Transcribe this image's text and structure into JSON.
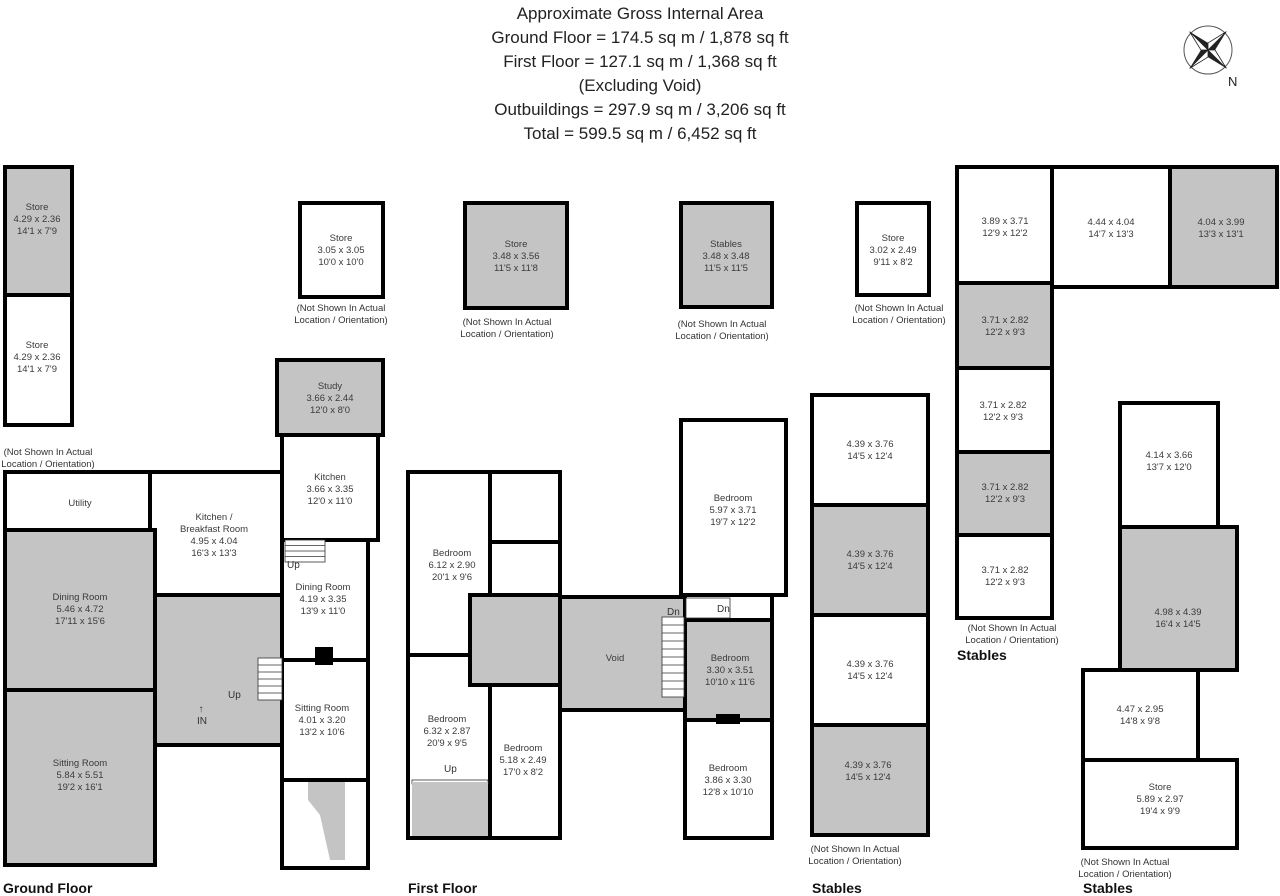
{
  "header": {
    "lines": [
      "Approximate Gross Internal Area",
      "Ground Floor = 174.5 sq m / 1,878 sq ft",
      "First Floor = 127.1 sq m / 1,368 sq ft",
      "(Excluding Void)",
      "Outbuildings = 297.9 sq m / 3,206 sq ft",
      "Total = 599.5 sq m / 6,452 sq ft"
    ]
  },
  "compass": {
    "label": "N"
  },
  "colors": {
    "shaded_room": "#c4c4c4",
    "wall": "#000000",
    "room": "#ffffff"
  },
  "floor_titles": {
    "ground": "Ground Floor",
    "first": "First Floor",
    "stables_left": "Stables",
    "stables_middle": "Stables",
    "stables_right": "Stables"
  },
  "note": [
    "(Not Shown In Actual",
    "Location / Orientation)"
  ],
  "markers": {
    "up": "Up",
    "dn": "Dn",
    "in": "IN"
  },
  "rooms": {
    "ground": [
      {
        "lines": [
          "Store",
          "4.29 x 2.36",
          "14'1 x 7'9"
        ]
      },
      {
        "lines": [
          "Store",
          "4.29 x 2.36",
          "14'1 x 7'9"
        ]
      },
      {
        "lines": [
          "Utility"
        ]
      },
      {
        "lines": [
          "Kitchen /",
          "Breakfast Room",
          "4.95 x 4.04",
          "16'3 x 13'3"
        ]
      },
      {
        "lines": [
          "Dining Room",
          "5.46 x 4.72",
          "17'11 x 15'6"
        ]
      },
      {
        "lines": [
          "Sitting Room",
          "5.84 x 5.51",
          "19'2 x 16'1"
        ]
      },
      {
        "lines": [
          "Study",
          "3.66 x 2.44",
          "12'0 x 8'0"
        ]
      },
      {
        "lines": [
          "Kitchen",
          "3.66 x 3.35",
          "12'0 x 11'0"
        ]
      },
      {
        "lines": [
          "Dining Room",
          "4.19 x 3.35",
          "13'9 x 11'0"
        ]
      },
      {
        "lines": [
          "Sitting Room",
          "4.01 x 3.20",
          "13'2 x 10'6"
        ]
      }
    ],
    "outbuildings": [
      {
        "lines": [
          "Store",
          "3.05 x 3.05",
          "10'0 x 10'0"
        ]
      },
      {
        "lines": [
          "Store",
          "3.48 x 3.56",
          "11'5 x 11'8"
        ]
      },
      {
        "lines": [
          "Stables",
          "3.48 x 3.48",
          "11'5 x 11'5"
        ]
      },
      {
        "lines": [
          "Store",
          "3.02 x 2.49",
          "9'11 x 8'2"
        ]
      }
    ],
    "first": [
      {
        "lines": [
          "Bedroom",
          "6.12 x 2.90",
          "20'1 x 9'6"
        ]
      },
      {
        "lines": [
          "Bedroom",
          "6.32 x 2.87",
          "20'9 x 9'5"
        ]
      },
      {
        "lines": [
          "Bedroom",
          "5.18 x 2.49",
          "17'0 x 8'2"
        ]
      },
      {
        "lines": [
          "Void"
        ]
      },
      {
        "lines": [
          "Bedroom",
          "5.97 x 3.71",
          "19'7 x 12'2"
        ]
      },
      {
        "lines": [
          "Bedroom",
          "3.30 x 3.51",
          "10'10 x 11'6"
        ]
      },
      {
        "lines": [
          "Bedroom",
          "3.86 x 3.30",
          "12'8 x 10'10"
        ]
      }
    ],
    "stables_left": [
      {
        "lines": [
          "4.39 x 3.76",
          "14'5 x 12'4"
        ]
      },
      {
        "lines": [
          "4.39 x 3.76",
          "14'5 x 12'4"
        ]
      },
      {
        "lines": [
          "4.39 x 3.76",
          "14'5 x 12'4"
        ]
      },
      {
        "lines": [
          "4.39 x 3.76",
          "14'5 x 12'4"
        ]
      }
    ],
    "stables_middle": [
      {
        "lines": [
          "3.89 x 3.71",
          "12'9 x 12'2"
        ]
      },
      {
        "lines": [
          "4.44 x 4.04",
          "14'7 x 13'3"
        ]
      },
      {
        "lines": [
          "4.04 x 3.99",
          "13'3 x 13'1"
        ]
      },
      {
        "lines": [
          "3.71 x 2.82",
          "12'2 x 9'3"
        ]
      },
      {
        "lines": [
          "3.71 x 2.82",
          "12'2 x 9'3"
        ]
      },
      {
        "lines": [
          "3.71 x 2.82",
          "12'2 x 9'3"
        ]
      },
      {
        "lines": [
          "3.71 x 2.82",
          "12'2 x 9'3"
        ]
      }
    ],
    "stables_right": [
      {
        "lines": [
          "4.14 x 3.66",
          "13'7 x 12'0"
        ]
      },
      {
        "lines": [
          "4.98 x 4.39",
          "16'4 x 14'5"
        ]
      },
      {
        "lines": [
          "4.47 x 2.95",
          "14'8 x 9'8"
        ]
      },
      {
        "lines": [
          "Store",
          "5.89 x 2.97",
          "19'4 x 9'9"
        ]
      }
    ]
  }
}
